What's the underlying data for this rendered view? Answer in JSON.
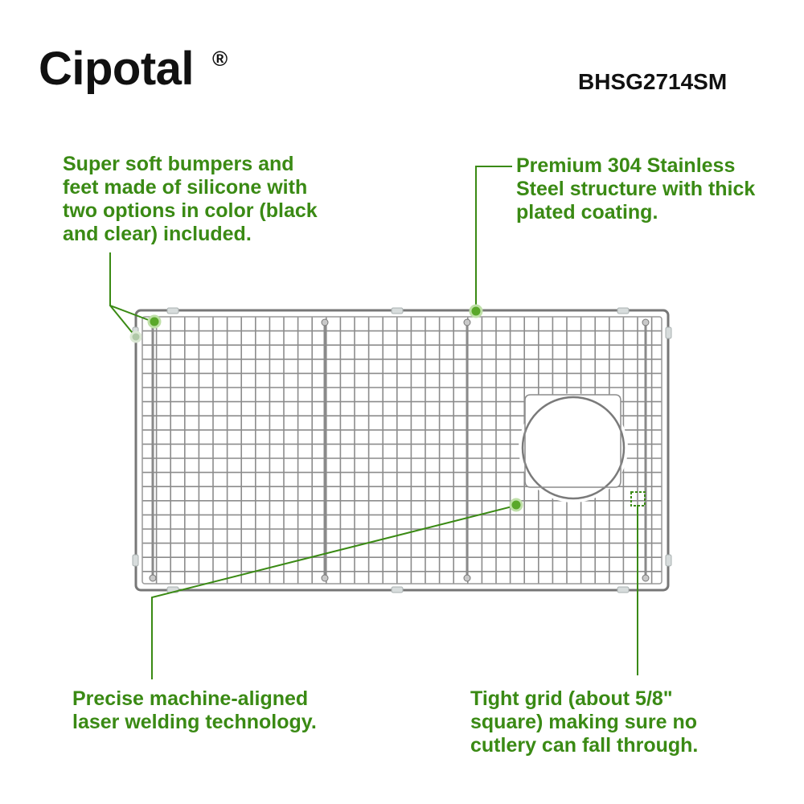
{
  "header": {
    "brand": "Cipotal",
    "brand_mark": "®",
    "model": "BHSG2714SM"
  },
  "callouts": {
    "bumpers": [
      "Super soft bumpers and",
      "feet made of silicone with",
      "two options in color (black",
      "and clear) included."
    ],
    "steel": [
      "Premium 304 Stainless",
      "Steel structure with thick",
      "plated coating."
    ],
    "welding": [
      "Precise machine-aligned",
      "laser welding technology."
    ],
    "grid": [
      "Tight grid (about 5/8\"",
      "square) making sure no",
      "cutlery can fall through."
    ]
  },
  "colors": {
    "accent": "#3a8a14",
    "wire": "#8c8c8c",
    "text": "#111111"
  }
}
